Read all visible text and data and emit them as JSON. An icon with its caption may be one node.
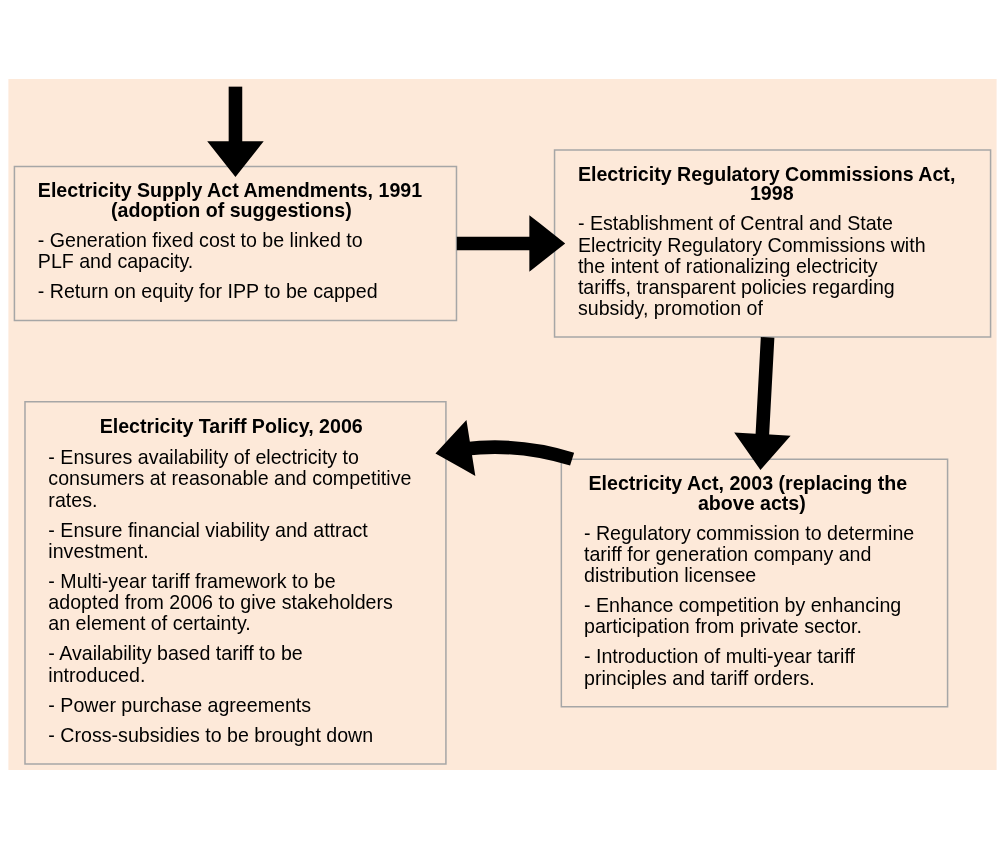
{
  "diagram": {
    "nodes": [
      {
        "text": [
          "Electricity Supply Act Amendments, 1991 (adoption of suggestions)",
          "- Generation fixed cost to be linked to PLF and capacity.",
          "- Return on equity for IPP to be capped"
        ]
      },
      {
        "text": [
          "Electricity Regulatory Commissions Act, 1998",
          "- Establishment of Central and State Electricity Regulatory Commissions with the intent of rationalizing electricity tariffs, transparent policies regarding subsidy, promotion of"
        ]
      },
      {
        "text": [
          "Electricity Act, 2003 (replacing the above acts)",
          "- Regulatory commission to determine tariff for generation company and distribution licensee",
          "- Enhance competition by enhancing participation from private sector.",
          "- Introduction of multi-year tariff principles and tariff orders."
        ]
      },
      {
        "text": [
          "Electricity Tariff Policy, 2006",
          "- Ensures availability of electricity to consumers at reasonable and competitive rates.",
          "- Ensure financial viability and attract investment.",
          "- Multi-year tariff framework to be adopted from 2006 to give stakeholders an element of certainty.",
          "- Availability based tariff to be introduced.",
          "- Power purchase agreements",
          "- Cross-subsidies to be brought down"
        ]
      }
    ],
    "edges": [
      {
        "from": null,
        "to": 0,
        "arrow": "to"
      },
      {
        "from": 0,
        "to": 1,
        "arrow": "to"
      },
      {
        "from": 1,
        "to": 2,
        "arrow": "to"
      },
      {
        "from": 2,
        "to": 3,
        "arrow": "to"
      }
    ]
  }
}
